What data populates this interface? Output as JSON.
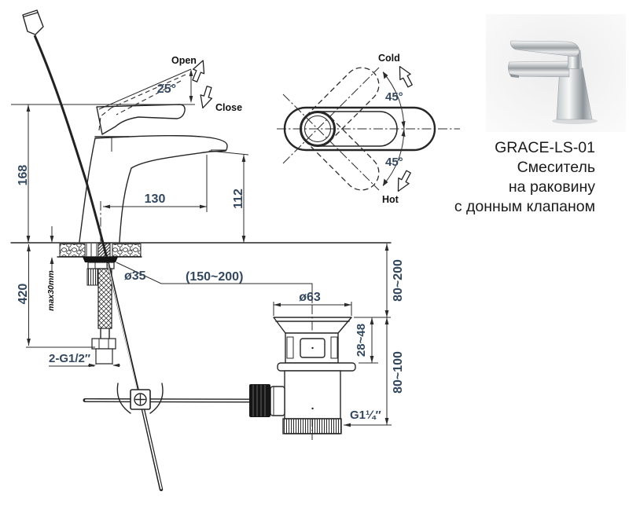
{
  "product": {
    "model": "GRACE-LS-01",
    "desc_line1": "Смеситель",
    "desc_line2": "на раковину",
    "desc_line3": "с донным клапаном"
  },
  "side_view": {
    "open_label": "Open",
    "close_label": "Close",
    "handle_angle": "25°",
    "height_to_handle": "168",
    "spout_reach": "130",
    "spout_height": "112",
    "hose_length": "420",
    "max_deck_thickness": "max30mm",
    "hole_diameter": "ø35",
    "hose_thread": "2-G1/2″"
  },
  "top_view": {
    "cold_label": "Cold",
    "hot_label": "Hot",
    "cold_angle": "45°",
    "hot_angle": "45°"
  },
  "drain_view": {
    "distance_range": "(150~200)",
    "flange_diameter": "ø63",
    "body_height": "28~48",
    "upper_range": "80~200",
    "lower_range": "80~100",
    "outlet_thread": "G1¼″"
  },
  "colors": {
    "dimension_text": "#33475e",
    "drawing_line": "#262626",
    "label_text": "#111111"
  }
}
